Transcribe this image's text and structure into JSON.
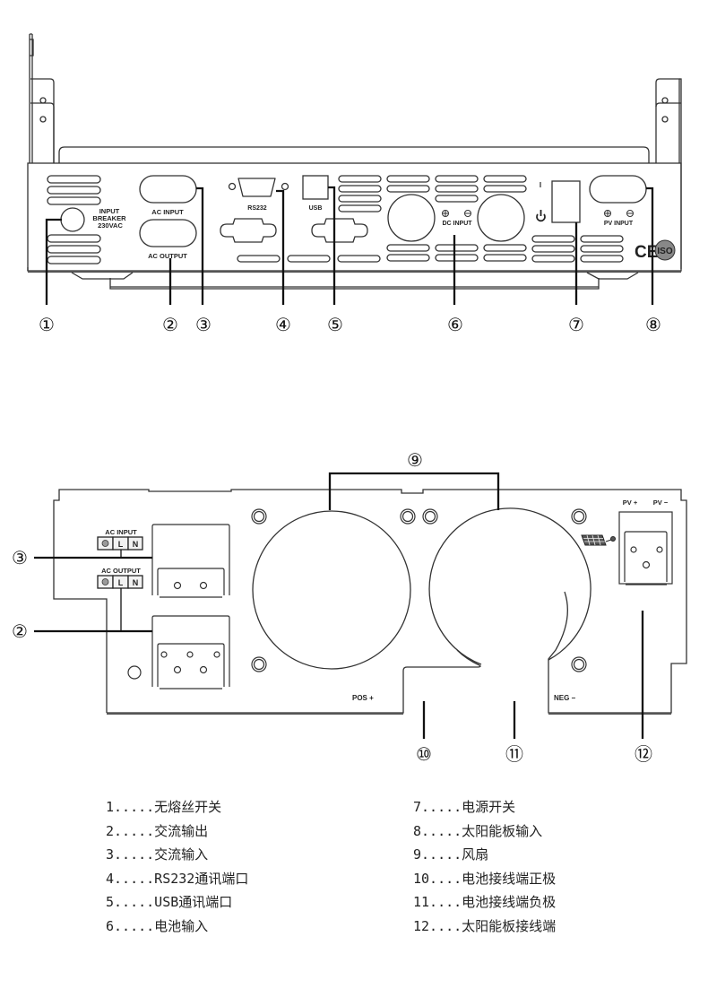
{
  "rear_panel": {
    "labels": {
      "input_breaker": [
        "INPUT",
        "BREAKER",
        "230VAC"
      ],
      "ac_input": "AC INPUT",
      "ac_output": "AC OUTPUT",
      "rs232": "RS232",
      "usb": "USB",
      "dc_input": "DC INPUT",
      "pv_input": "PV INPUT",
      "power_on_mark": "I",
      "ce_mark": "CE",
      "iso_mark": "ISO"
    },
    "callouts": [
      "①",
      "②",
      "③",
      "④",
      "⑤",
      "⑥",
      "⑦",
      "⑧"
    ]
  },
  "bottom_panel": {
    "labels": {
      "ac_input": "AC INPUT",
      "ac_output": "AC OUTPUT",
      "terminal_l": "L",
      "terminal_n": "N",
      "pv_plus": "PV +",
      "pv_minus": "PV −",
      "pos": "POS +",
      "neg": "NEG −"
    },
    "callouts": {
      "c3": "③",
      "c2": "②",
      "c9": "⑨",
      "c10": "⑩",
      "c11": "⑪",
      "c12": "⑫"
    }
  },
  "legend": {
    "left": [
      "1.....无熔丝开关",
      "2.....交流输出",
      "3.....交流输入",
      "4.....RS232通讯端口",
      "5.....USB通讯端口",
      "6.....电池输入"
    ],
    "right": [
      "7.....电源开关",
      "8.....太阳能板输入",
      "9.....风扇",
      "10....电池接线端正极",
      "11....电池接线端负极",
      "12....太阳能板接线端"
    ]
  }
}
